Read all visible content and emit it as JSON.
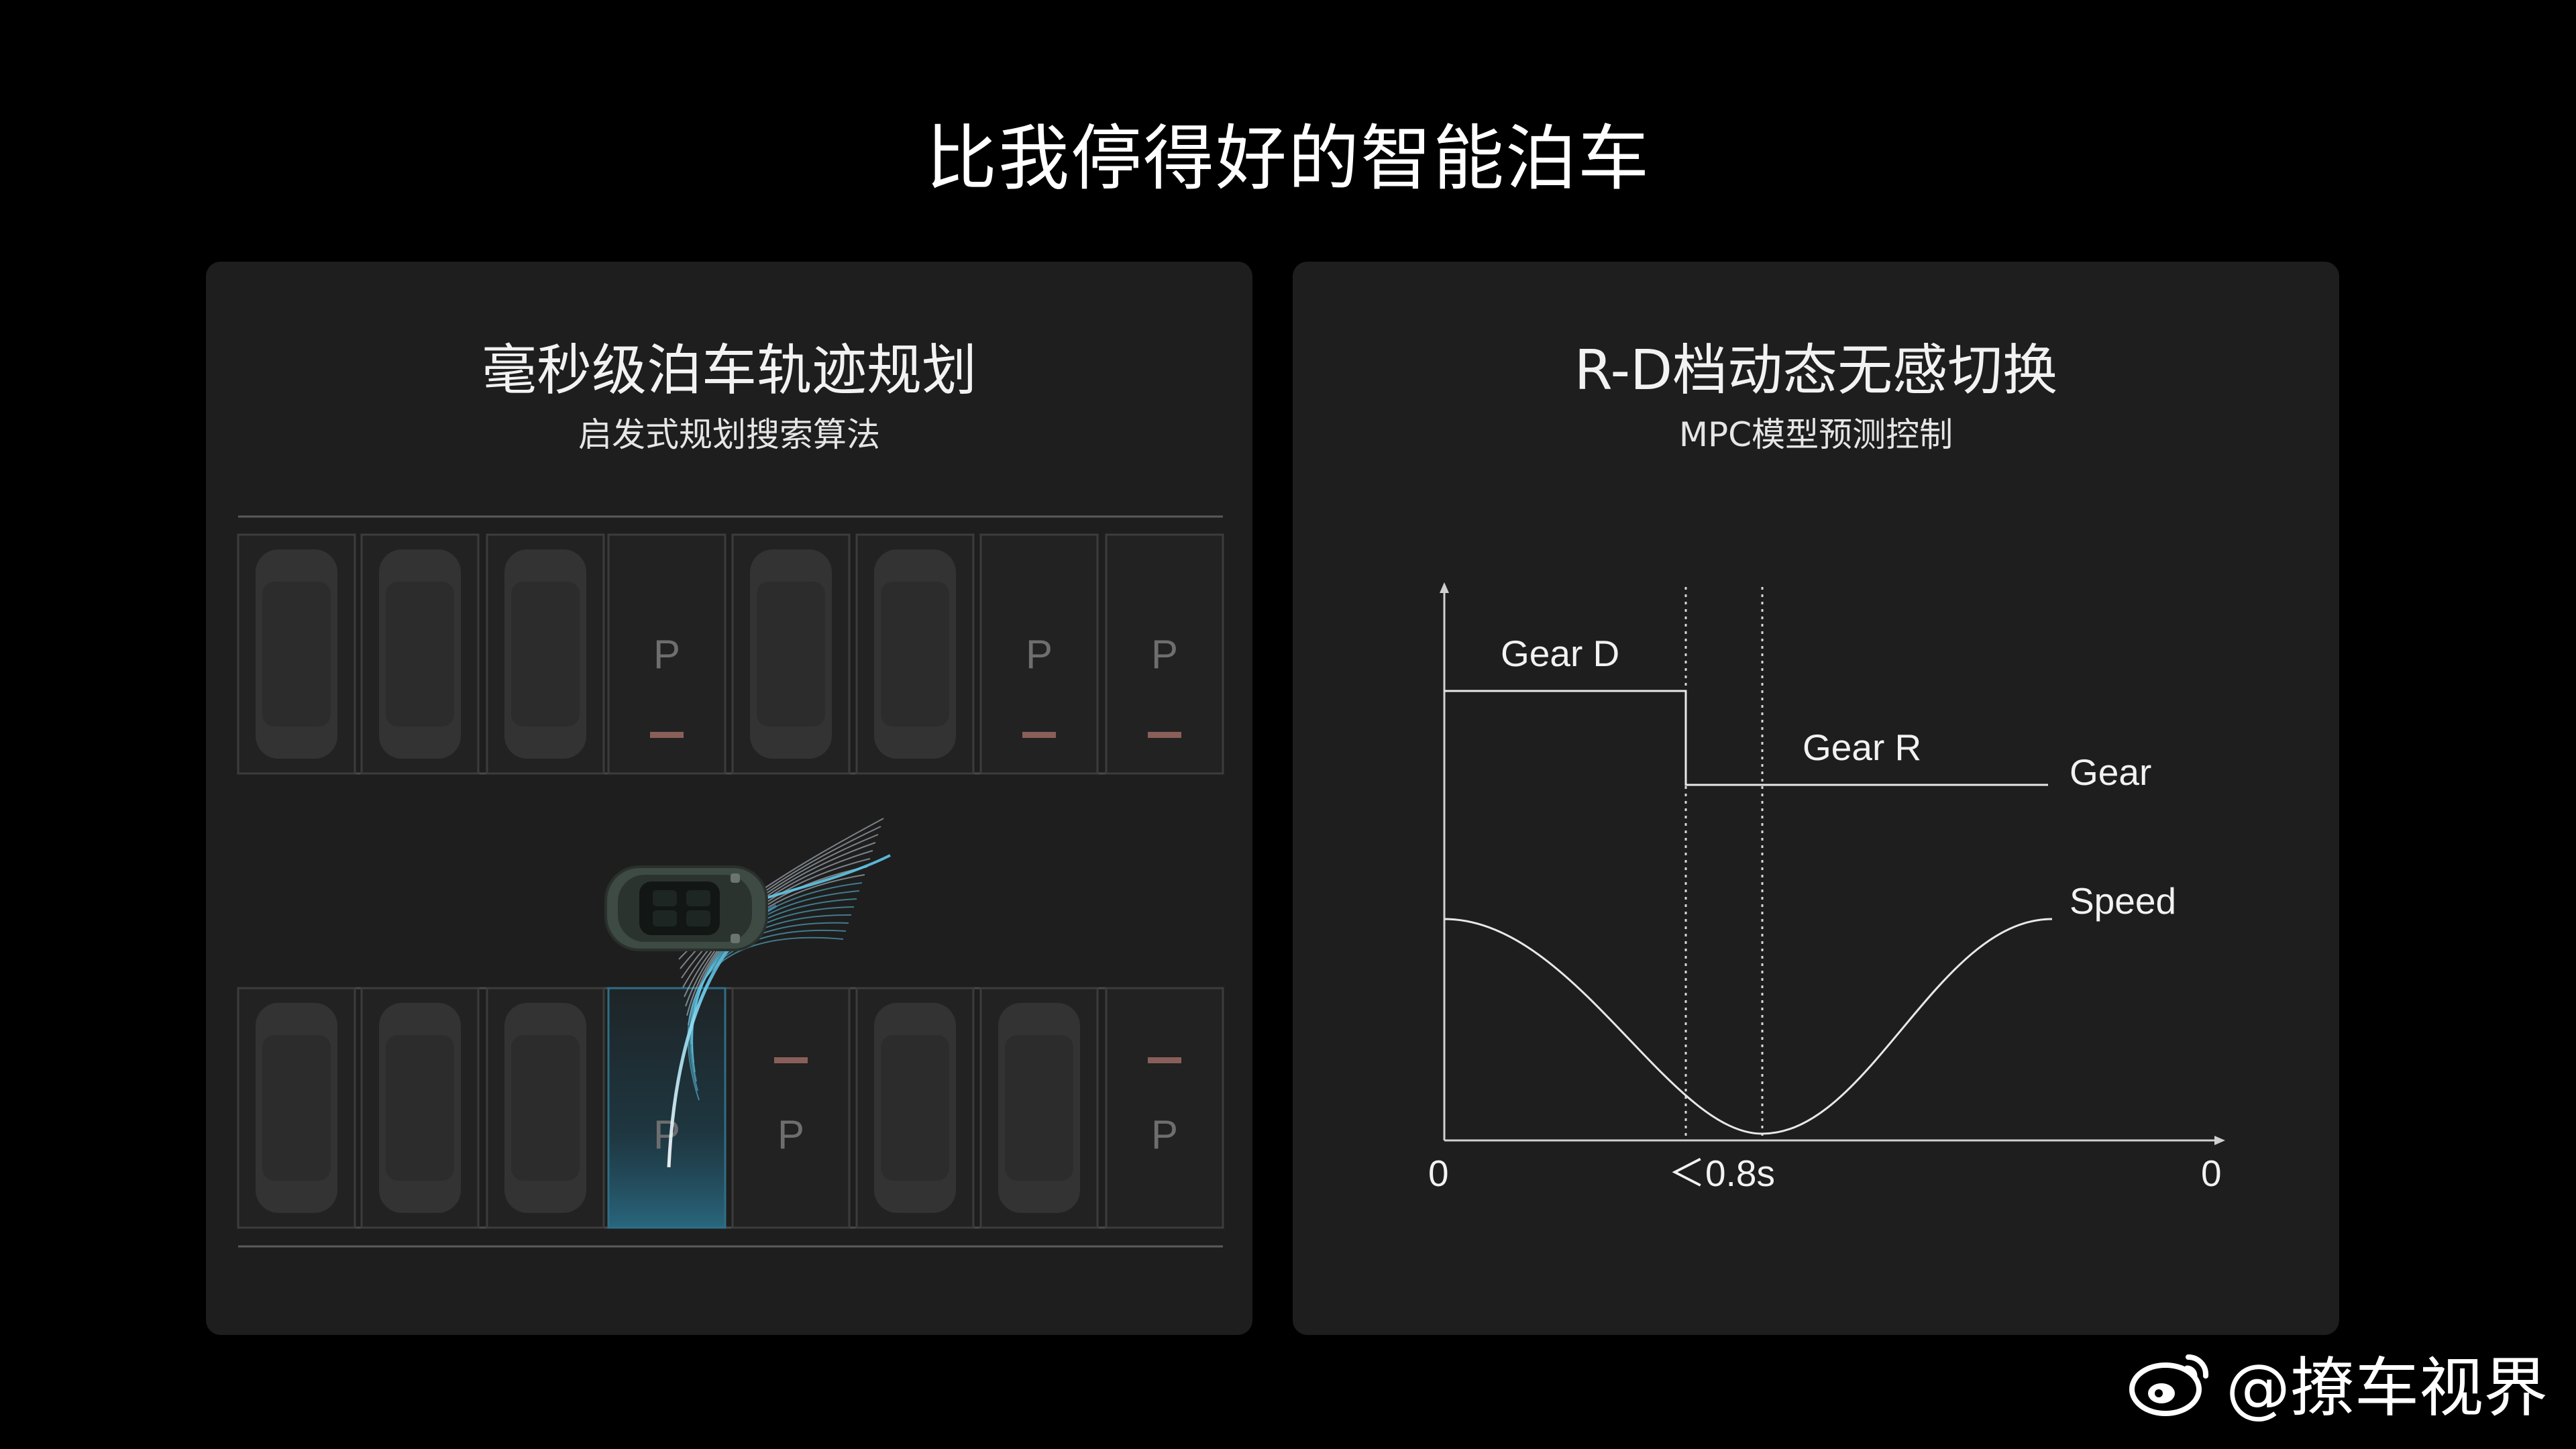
{
  "slide": {
    "title": "比我停得好的智能泊车"
  },
  "left_panel": {
    "title": "毫秒级泊车轨迹规划",
    "subtitle": "启发式规划搜索算法",
    "parking_label": "P",
    "top_row": [
      "car",
      "car",
      "car",
      "free",
      "car",
      "car",
      "free",
      "free"
    ],
    "bottom_row": [
      "car",
      "car",
      "car",
      "target",
      "free",
      "car",
      "car",
      "free"
    ]
  },
  "right_panel": {
    "title": "R-D档动态无感切换",
    "subtitle": "MPC模型预测控制",
    "gear_d_label": "Gear D",
    "gear_r_label": "Gear R",
    "gear_legend": "Gear",
    "speed_legend": "Speed",
    "x_start": "0",
    "x_mid": "＜0.8s",
    "x_end": "0"
  },
  "watermark": {
    "text": "@撩车视界",
    "icon": "weibo-icon"
  },
  "colors": {
    "background": "#000000",
    "panel": "#1e1e1e",
    "no_parking_bar": "#8a5f59",
    "target_slot": "#1f4a5c",
    "trajectory": "#5fc8e8"
  }
}
